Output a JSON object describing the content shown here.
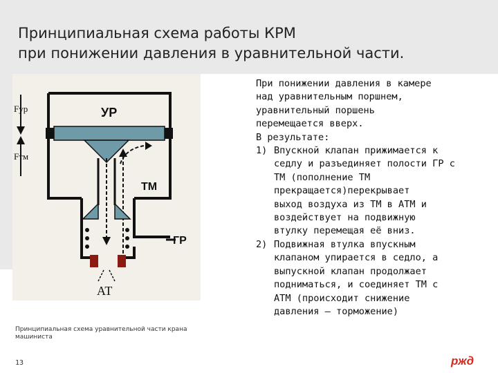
{
  "slide": {
    "title_line1": "Принципиальная схема работы КРМ",
    "title_line2": "при понижении давления в уравнительной части.",
    "page_number": "13",
    "logo_text": "ржд"
  },
  "diagram": {
    "labels": {
      "f_ur": "Fур",
      "f_tm": "Fтм",
      "ur": "УР",
      "tm": "ТМ",
      "gr": "ГР",
      "at": "АТ"
    },
    "caption_line1": "Принципиальная схема уравнительной части крана",
    "caption_line2": "машиниста"
  },
  "text": {
    "intro": [
      "При понижении давления в камере",
      "над уравнительным поршнем,",
      "уравнительный поршень",
      "перемещается вверх."
    ],
    "result_heading": "В результате:",
    "items": [
      {
        "num": "1)",
        "lines": [
          "Впускной клапан прижимается к",
          "седлу и разъединяет полости ГР с",
          "ТМ (пополнение ТМ",
          "прекращается)перекрывает",
          "выход воздуха из ТМ в АТМ и",
          "воздействует на подвижную",
          "втулку перемещая её вниз."
        ]
      },
      {
        "num": "2)",
        "lines": [
          "Подвижная втулка впускным",
          "клапаном упирается в седло, а",
          "выпускной клапан продолжает",
          "подниматься, и соединяет ТМ с",
          "АТМ (происходит снижение",
          "давления – торможение)"
        ]
      }
    ]
  },
  "colors": {
    "header_bg": "#e9e9ea",
    "valve_fill": "#6f9aa8",
    "seal_red": "#8a1a12",
    "logo_red": "#d62a1e"
  }
}
